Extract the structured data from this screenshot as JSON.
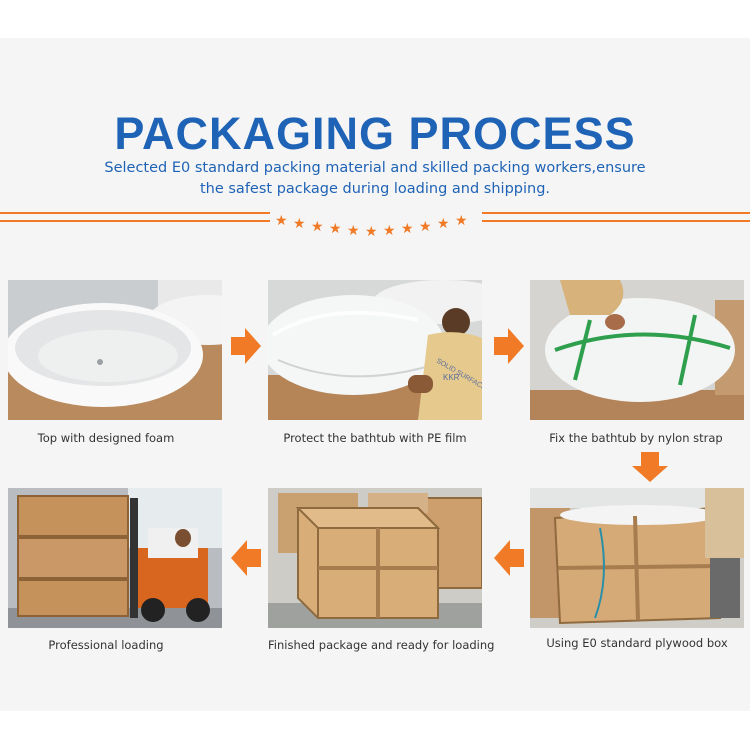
{
  "title": "PACKAGING PROCESS",
  "subtitle": "Selected E0 standard packing material and skilled packing workers,ensure the safest package during loading and shipping.",
  "accent_color": "#f07a26",
  "title_color": "#1f63b6",
  "steps": [
    {
      "caption": "Top with designed foam"
    },
    {
      "caption": "Protect the bathtub with PE film"
    },
    {
      "caption": "Fix the bathtub by nylon strap"
    },
    {
      "caption": "Using E0 standard plywood box"
    },
    {
      "caption": "Finished package and ready for loading"
    },
    {
      "caption": "Professional loading"
    }
  ],
  "shirt_print": {
    "line1": "SOLID SURFACE",
    "line2": "KKR"
  }
}
